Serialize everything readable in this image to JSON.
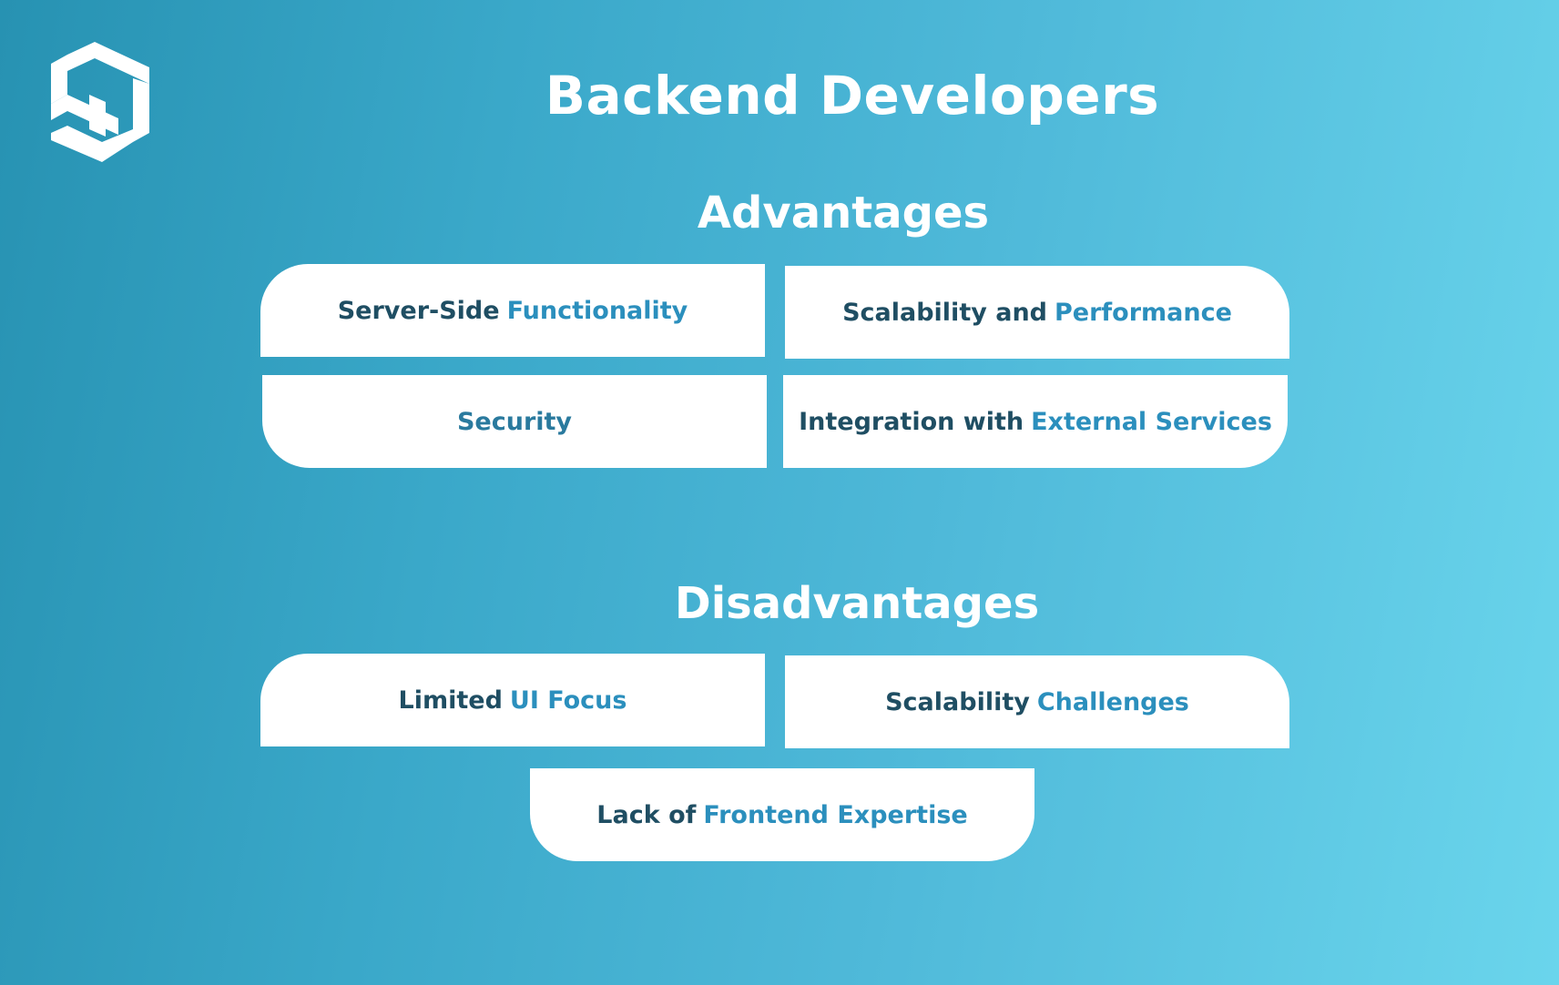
{
  "header": {
    "logo_icon": "stacked-s-logo-icon",
    "title": "Backend Developers"
  },
  "advantages": {
    "heading": "Advantages",
    "items": [
      {
        "part1": "Server-Side ",
        "part2": "Functionality"
      },
      {
        "part1": "Scalability and ",
        "part2": "Performance"
      },
      {
        "part1": "",
        "part2": "Security"
      },
      {
        "part1": "Integration with ",
        "part2": "External Services"
      }
    ]
  },
  "disadvantages": {
    "heading": "Disadvantages",
    "items": [
      {
        "part1": "Limited ",
        "part2": "UI Focus"
      },
      {
        "part1": "Scalability ",
        "part2": "Challenges"
      },
      {
        "part1": "Lack of ",
        "part2": "Frontend Expertise"
      }
    ]
  },
  "colors": {
    "gradient_start": "#2792b2",
    "gradient_end": "#6ad5ec",
    "text_dark": "#1f4e63",
    "text_accent": "#2b8fbd",
    "card_bg": "#ffffff"
  }
}
